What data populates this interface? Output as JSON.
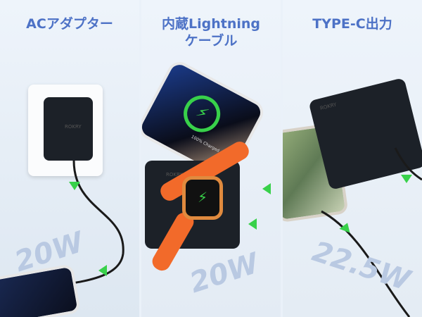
{
  "panels": [
    {
      "heading": "ACアダプター",
      "watt": "20W",
      "brand": "ROKRY"
    },
    {
      "heading": "内蔵Lightning\nケーブル",
      "watt": "20W",
      "brand": "ROKRY",
      "phone_status": "100% Charged"
    },
    {
      "heading": "TYPE-C出力",
      "watt": "22.5W",
      "brand": "ROKRY"
    }
  ],
  "colors": {
    "heading": "#4d72c6",
    "watt": "#b9c9e2",
    "arrow": "#38d14a",
    "strap": "#f26a2a"
  }
}
